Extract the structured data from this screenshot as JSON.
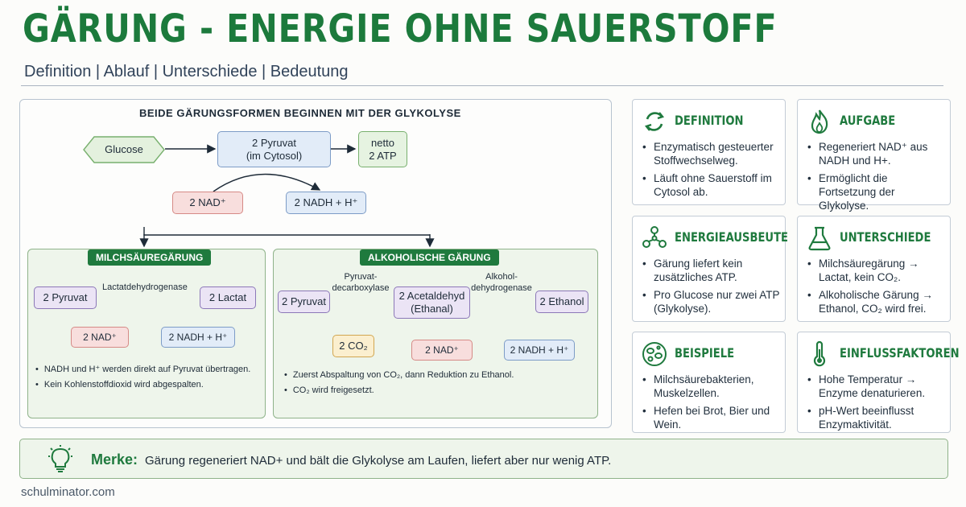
{
  "header": {
    "title": "GÄRUNG - ENERGIE OHNE SAUERSTOFF",
    "subtitle": "Definition | Ablauf | Unterschiede | Bedeutung"
  },
  "flow": {
    "heading": "BEIDE GÄRUNGSFORMEN BEGINNEN MIT DER GLYKOLYSE",
    "glucose": "Glucose",
    "pyruvat_line1": "2 Pyruvat",
    "pyruvat_line2": "(im Cytosol)",
    "atp_line1": "netto",
    "atp_line2": "2 ATP",
    "nad": "2 NAD⁺",
    "nadh": "2 NADH + H⁺"
  },
  "milchsaeure": {
    "tag": "MILCHSÄUREGÄRUNG",
    "pyruvat": "2 Pyruvat",
    "enzyme": "Lactatdehydrogenase",
    "product": "2 Lactat",
    "nad": "2 NAD⁺",
    "nadh": "2 NADH + H⁺",
    "bullets": [
      "NADH und H⁺ werden direkt auf Pyruvat übertragen.",
      "Kein Kohlenstoffdioxid wird abgespalten."
    ]
  },
  "alkohol": {
    "tag": "ALKOHOLISCHE GÄRUNG",
    "pyruvat": "2 Pyruvat",
    "enzyme1_line1": "Pyruvat-",
    "enzyme1_line2": "decarboxylase",
    "acetaldehyd_line1": "2 Acetaldehyd",
    "acetaldehyd_line2": "(Ethanal)",
    "enzyme2_line1": "Alkohol-",
    "enzyme2_line2": "dehydrogenase",
    "ethanol": "2 Ethanol",
    "co2": "2 CO₂",
    "nad": "2 NAD⁺",
    "nadh": "2 NADH + H⁺",
    "bullets": [
      "Zuerst Abspaltung von CO₂, dann Reduktion zu Ethanol.",
      "CO₂ wird freigesetzt."
    ]
  },
  "cards": [
    {
      "title": "DEFINITION",
      "icon": "cycle-icon",
      "bullets": [
        "Enzymatisch gesteuerter Stoffwechselweg.",
        "Läuft ohne Sauerstoff im Cytosol ab."
      ]
    },
    {
      "title": "AUFGABE",
      "icon": "flame-icon",
      "bullets": [
        "Regeneriert NAD⁺ aus NADH und H+.",
        "Ermöglicht die Fortsetzung der Glykolyse."
      ]
    },
    {
      "title": "ENERGIEAUSBEUTE",
      "icon": "molecule-icon",
      "bullets": [
        "Gärung liefert kein zusätzliches ATP.",
        "Pro Glucose nur zwei ATP (Glykolyse)."
      ]
    },
    {
      "title": "UNTERSCHIEDE",
      "icon": "flask-icon",
      "bullets": [
        "Milchsäuregärung → Lactat, kein CO₂.",
        "Alkoholische Gärung → Ethanol, CO₂ wird frei."
      ]
    },
    {
      "title": "BEISPIELE",
      "icon": "bacteria-icon",
      "bullets": [
        "Milchsäurebakterien, Muskelzellen.",
        "Hefen bei Brot, Bier und Wein."
      ]
    },
    {
      "title": "EINFLUSSFAKTOREN",
      "icon": "thermometer-icon",
      "bullets": [
        "Hohe Temperatur → Enzyme denaturieren.",
        "pH-Wert beeinflusst Enzymaktivität."
      ]
    }
  ],
  "merke": {
    "label": "Merke:",
    "text": "Gärung regeneriert NAD+ und bält die Glykolyse am Laufen, liefert aber nur wenig ATP."
  },
  "footer": "schulminator.com",
  "colors": {
    "brand_green": "#1f7a3e",
    "panel_green": "#eef5eb"
  }
}
